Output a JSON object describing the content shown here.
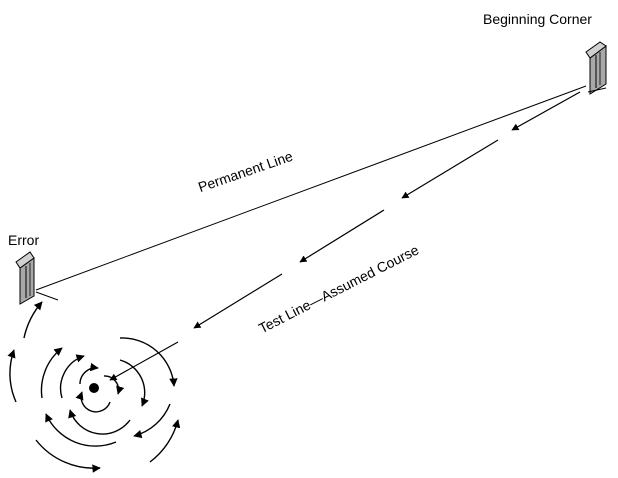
{
  "labels": {
    "beginning_corner": "Beginning Corner",
    "error": "Error",
    "permanent_line": "Permanent Line",
    "test_line": "Test Line—Assumed Course"
  },
  "colors": {
    "ink": "#000000",
    "marker_fill": "#a8a8a8",
    "background": "#ffffff"
  },
  "icons": [
    "corner-marker-icon",
    "error-marker-icon",
    "arrow-icon",
    "center-dot-icon"
  ]
}
